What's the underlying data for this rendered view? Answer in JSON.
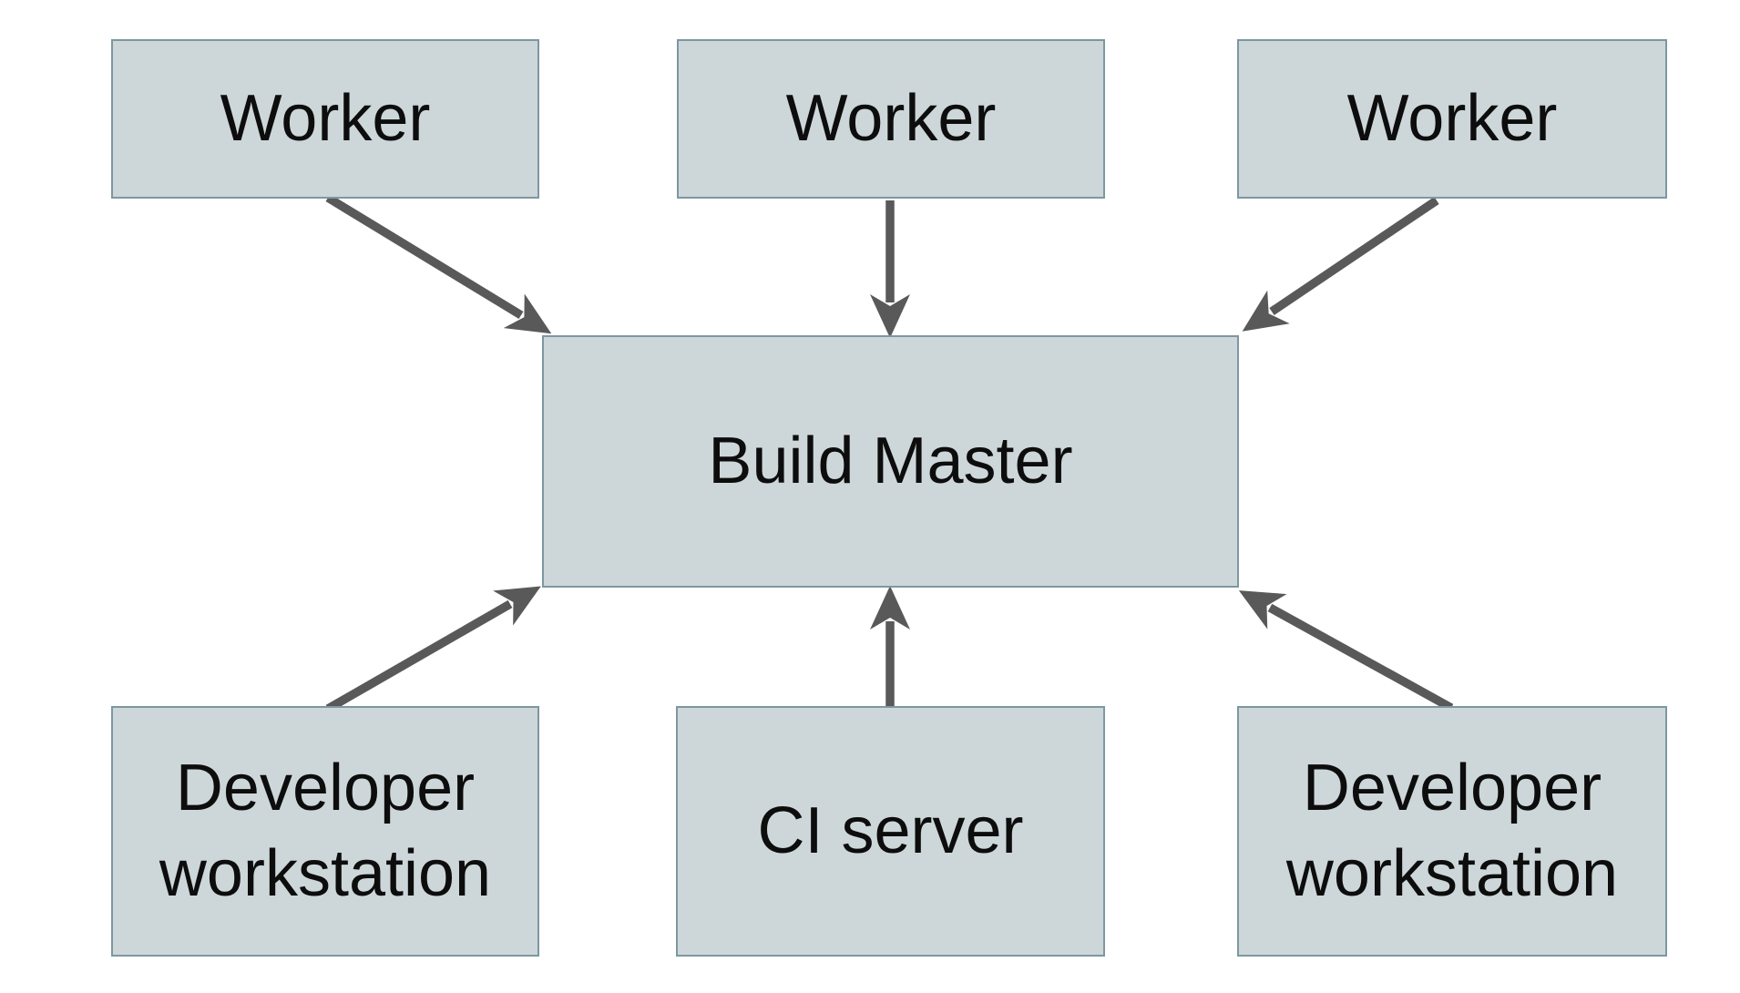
{
  "diagram": {
    "type": "architecture-diagram",
    "nodes": [
      {
        "id": "worker-1",
        "label": "Worker"
      },
      {
        "id": "worker-2",
        "label": "Worker"
      },
      {
        "id": "worker-3",
        "label": "Worker"
      },
      {
        "id": "build-master",
        "label": "Build Master"
      },
      {
        "id": "developer-workstation-1",
        "label": "Developer workstation"
      },
      {
        "id": "ci-server",
        "label": "CI server"
      },
      {
        "id": "developer-workstation-2",
        "label": "Developer workstation"
      }
    ],
    "edges": [
      {
        "from": "worker-1",
        "to": "build-master"
      },
      {
        "from": "worker-2",
        "to": "build-master"
      },
      {
        "from": "worker-3",
        "to": "build-master"
      },
      {
        "from": "developer-workstation-1",
        "to": "build-master"
      },
      {
        "from": "ci-server",
        "to": "build-master"
      },
      {
        "from": "developer-workstation-2",
        "to": "build-master"
      }
    ]
  },
  "colors": {
    "background": "#ffffff",
    "node_fill": "#cdd7d9",
    "node_border": "#7d97a1",
    "arrow": "#595959",
    "text": "#0d0d0d"
  }
}
